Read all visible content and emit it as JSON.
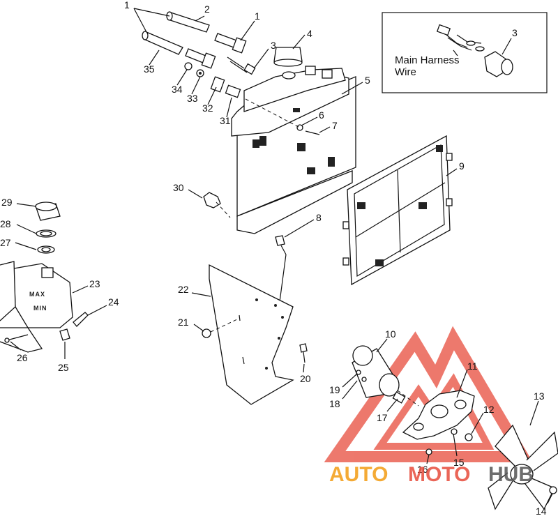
{
  "inset": {
    "line1": "Main Harness",
    "line2": "Wire",
    "part_number": "3"
  },
  "tank_labels": {
    "max": "MAX",
    "min": "MIN"
  },
  "watermark": {
    "part1": "AUTO",
    "part2": "MOTO",
    "part3": "HUB",
    "color_main": "#f39c12",
    "color_second": "#e74c3c",
    "color_third": "#555555",
    "logo_color": "#e74c3c"
  },
  "callouts": [
    {
      "id": "c1a",
      "text": "1"
    },
    {
      "id": "c2",
      "text": "2"
    },
    {
      "id": "c1b",
      "text": "1"
    },
    {
      "id": "c3",
      "text": "3"
    },
    {
      "id": "c4",
      "text": "4"
    },
    {
      "id": "c5",
      "text": "5"
    },
    {
      "id": "c6",
      "text": "6"
    },
    {
      "id": "c7",
      "text": "7"
    },
    {
      "id": "c8",
      "text": "8"
    },
    {
      "id": "c9",
      "text": "9"
    },
    {
      "id": "c10",
      "text": "10"
    },
    {
      "id": "c11",
      "text": "11"
    },
    {
      "id": "c12",
      "text": "12"
    },
    {
      "id": "c13",
      "text": "13"
    },
    {
      "id": "c14",
      "text": "14"
    },
    {
      "id": "c15",
      "text": "15"
    },
    {
      "id": "c16",
      "text": "16"
    },
    {
      "id": "c17",
      "text": "17"
    },
    {
      "id": "c18",
      "text": "18"
    },
    {
      "id": "c19",
      "text": "19"
    },
    {
      "id": "c20",
      "text": "20"
    },
    {
      "id": "c21",
      "text": "21"
    },
    {
      "id": "c22",
      "text": "22"
    },
    {
      "id": "c23",
      "text": "23"
    },
    {
      "id": "c24",
      "text": "24"
    },
    {
      "id": "c25",
      "text": "25"
    },
    {
      "id": "c26",
      "text": "26"
    },
    {
      "id": "c27",
      "text": "27"
    },
    {
      "id": "c28",
      "text": "28"
    },
    {
      "id": "c29",
      "text": "29"
    },
    {
      "id": "c30",
      "text": "30"
    },
    {
      "id": "c31",
      "text": "31"
    },
    {
      "id": "c32",
      "text": "32"
    },
    {
      "id": "c33",
      "text": "33"
    },
    {
      "id": "c34",
      "text": "34"
    },
    {
      "id": "c35",
      "text": "35"
    }
  ]
}
